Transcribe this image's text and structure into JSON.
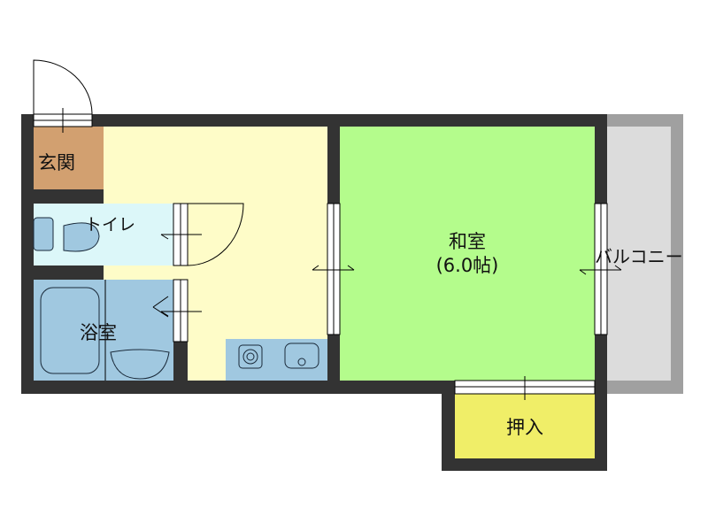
{
  "rooms": {
    "entrance": {
      "label": "玄関",
      "color": "#d2a070"
    },
    "toilet": {
      "label": "トイレ",
      "color": "#dcf7f9"
    },
    "bath": {
      "label": "浴室",
      "color": "#a0c8e0"
    },
    "hall": {
      "color": "#fefcc8"
    },
    "washitsu": {
      "label": "和室",
      "size": "(6.0帖)",
      "color": "#b4fc8c"
    },
    "balcony": {
      "label": "バルコニー",
      "color": "#dcdcdc"
    },
    "closet": {
      "label": "押入",
      "color": "#f0ee68"
    }
  },
  "colors": {
    "wall": "#333333",
    "balcony_rail": "#a0a0a0",
    "fixture": "#a0c8e0"
  }
}
